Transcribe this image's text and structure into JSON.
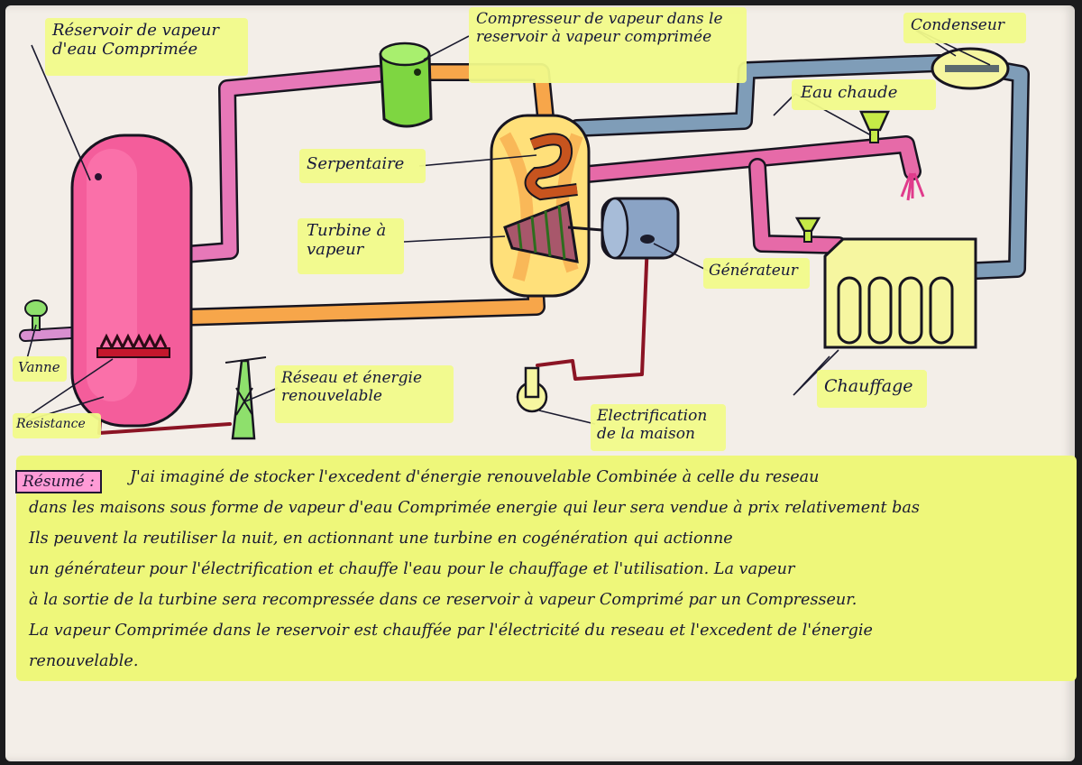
{
  "labels": {
    "reservoir": "Réservoir de vapeur d'eau Comprimée",
    "compressor": "Compresseur de vapeur dans le reservoir à vapeur comprimée",
    "condenser": "Condenseur",
    "hot_water": "Eau chaude",
    "coil": "Serpentaire",
    "turbine": "Turbine à vapeur",
    "generator": "Générateur",
    "heating": "Chauffage",
    "valve": "Vanne",
    "resistance": "Resistance",
    "grid": "Réseau et énergie renouvelable",
    "electrification": "Electrification de la maison"
  },
  "summary": {
    "heading": "Résumé :",
    "text": "J'ai imaginé de stocker l'excedent d'énergie renouvelable Combinée à celle du reseau\ndans les maisons sous forme de vapeur d'eau Comprimée energie qui leur sera vendue à prix relativement bas\nIls peuvent la reutiliser la nuit,      en actionnant une turbine en cogénération qui actionne\nun générateur pour l'électrification et chauffe l'eau pour le chauffage et l'utilisation. La vapeur\nà la sortie de la turbine sera recompressée dans ce reservoir à vapeur Comprimé par un Compresseur.\nLa vapeur Comprimée dans le reservoir est chauffée par l'électricité du reseau et l'excedent de l'énergie\nrenouvelable."
  },
  "colors": {
    "highlight": "#f1fa8a",
    "steam_pipe": "#f7a64a",
    "reservoir": "#f45d9b",
    "cold_pipe": "#7f9db8",
    "compressor": "#7ed641",
    "paper": "#f3eee8"
  }
}
